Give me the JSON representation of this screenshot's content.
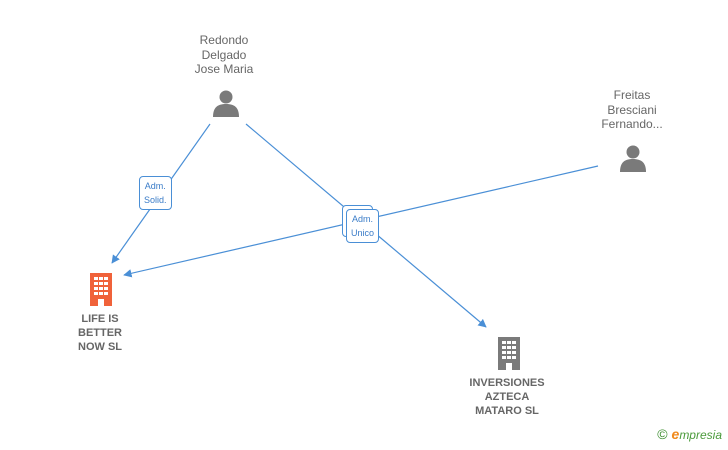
{
  "nodes": {
    "redondo": {
      "lines": [
        "Redondo",
        "Delgado",
        "Jose Maria"
      ]
    },
    "freitas": {
      "lines": [
        "Freitas",
        "Bresciani",
        "Fernando..."
      ]
    },
    "life": {
      "lines": [
        "LIFE IS",
        "BETTER",
        "NOW  SL"
      ]
    },
    "inversiones": {
      "lines": [
        "INVERSIONES",
        "AZTECA",
        "MATARO  SL"
      ]
    }
  },
  "edges": {
    "adm_solid": {
      "lines": [
        "Adm.",
        "Solid."
      ]
    },
    "adm_unico": {
      "lines": [
        "Adm.",
        "Unico"
      ]
    }
  },
  "brand": {
    "copyright": "©",
    "first_letter": "e",
    "rest": "mpresia"
  },
  "colors": {
    "edge": "#4a8fd6",
    "person": "#7a7a7a",
    "company_highlight": "#f0623a",
    "company": "#7a7a7a",
    "label": "#666666"
  },
  "icons": {
    "person": "person-icon",
    "company": "building-icon"
  }
}
